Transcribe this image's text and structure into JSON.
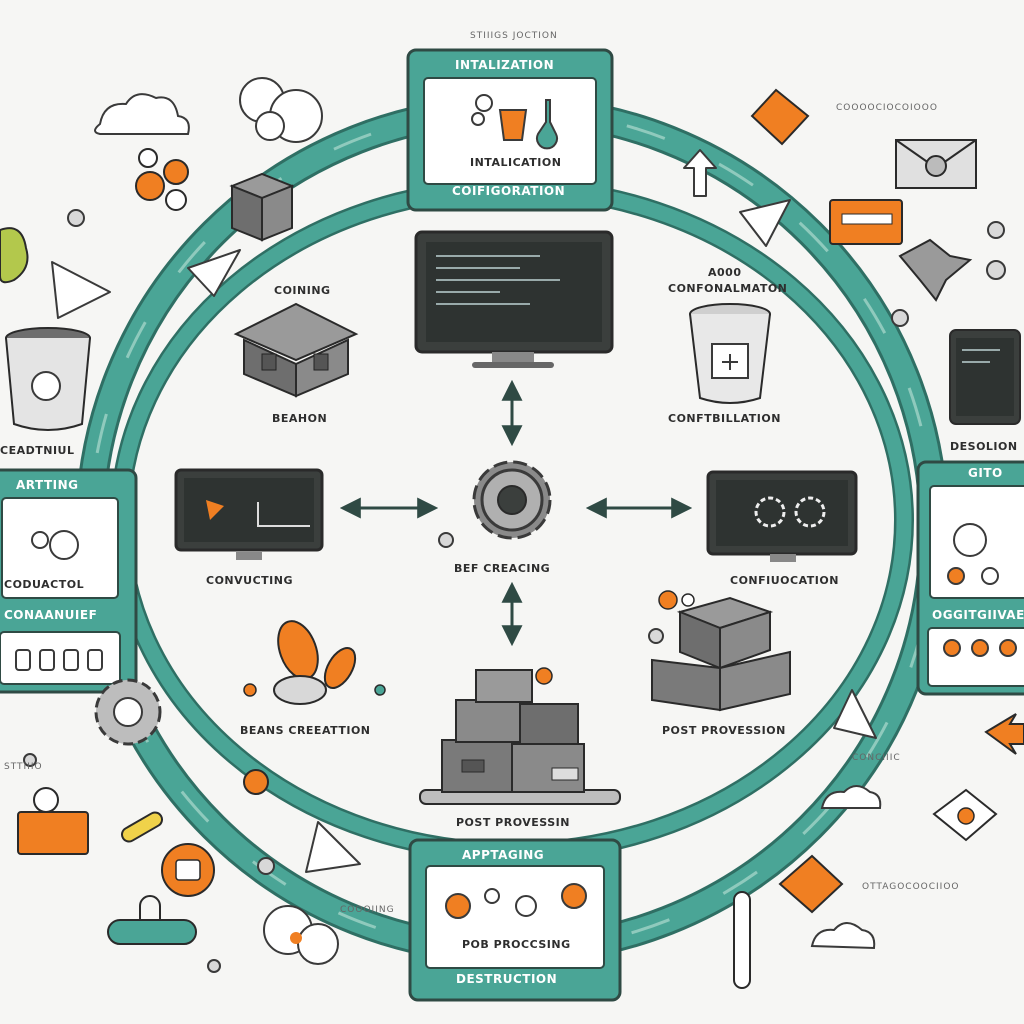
{
  "colors": {
    "teal": "#4aa596",
    "teal_dark": "#2f6f64",
    "teal_light": "#cfe8e2",
    "orange": "#f07f22",
    "gray": "#7a7a7a",
    "dark": "#3a3a3a",
    "screen": "#3b3f3d",
    "background": "#f6f6f4"
  },
  "stations": {
    "top": {
      "caption_above": "STIIIGS JOCTION",
      "header": "INTALIZATION",
      "body": "INTALICATION",
      "footer": "COIFIGORATION"
    },
    "left": {
      "header": "ARTTING",
      "body": "CODUACTOL",
      "footer": "CONAANUIEF"
    },
    "right": {
      "header": "GITO",
      "footer": "OGGITGIIVAE"
    },
    "bottom": {
      "header": "APPTAGING",
      "body": "POB PROCCSING",
      "footer": "DESTRUCTION"
    }
  },
  "center": {
    "label": "BEF CREACING"
  },
  "nodes": {
    "coining": "COINING",
    "beahon": "BEAHON",
    "confirmation_top_line1": "A000",
    "confirmation_top_line2": "CONFONALMATON",
    "conftbillation": "CONFTBILLATION",
    "conducting": "CONVUCTING",
    "configuration": "CONFIUOCATION",
    "beans_creation": "BEANS CREEATTION",
    "post_provession": "POST PROVESSION",
    "post_provessin": "POST PROVESSIN"
  },
  "outer_labels": {
    "cendtnil": "CEADTNIUL",
    "desolion": "DESOLION",
    "top_right_caption": "COOOOCIOCOIOOO",
    "left_lower_caption": "STTIIIO",
    "right_mid_caption": "CONCIIIC",
    "bottom_right_caption": "OTTAGOCOOCIIOO",
    "bottom_left_caption": "COOOIING"
  }
}
